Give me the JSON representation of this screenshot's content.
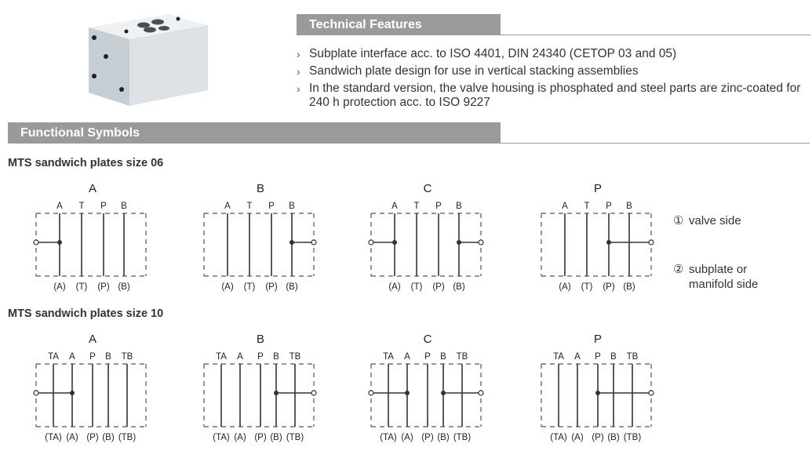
{
  "technical_features": {
    "title": "Technical Features",
    "items": [
      "Subplate interface acc. to ISO 4401, DIN 24340 (CETOP 03 and 05)",
      "Sandwich plate design for use in vertical stacking assemblies",
      "In the standard version, the valve housing is phosphated and steel parts are zinc-coated for 240 h protection acc. to ISO 9227"
    ]
  },
  "functional_symbols": {
    "title": "Functional Symbols",
    "size06": {
      "title": "MTS sandwich plates size 06",
      "top_ports": [
        "A",
        "T",
        "P",
        "B"
      ],
      "bottom_ports": [
        "(A)",
        "(T)",
        "(P)",
        "(B)"
      ],
      "variants": [
        "A",
        "B",
        "C",
        "P"
      ]
    },
    "size10": {
      "title": "MTS sandwich plates size 10",
      "top_ports": [
        "TA",
        "A",
        "P",
        "B",
        "TB"
      ],
      "bottom_ports": [
        "(TA)",
        "(A)",
        "(P)",
        "(B)",
        "(TB)"
      ],
      "variants": [
        "A",
        "B",
        "C",
        "P"
      ]
    }
  },
  "legend": {
    "valve_side_num": "①",
    "valve_side": "valve side",
    "subplate_num": "②",
    "subplate_line1": "subplate or",
    "subplate_line2": "manifold side"
  },
  "colors": {
    "header_bar": "#9a9a9a",
    "line": "#333333",
    "dash": "#555555"
  }
}
